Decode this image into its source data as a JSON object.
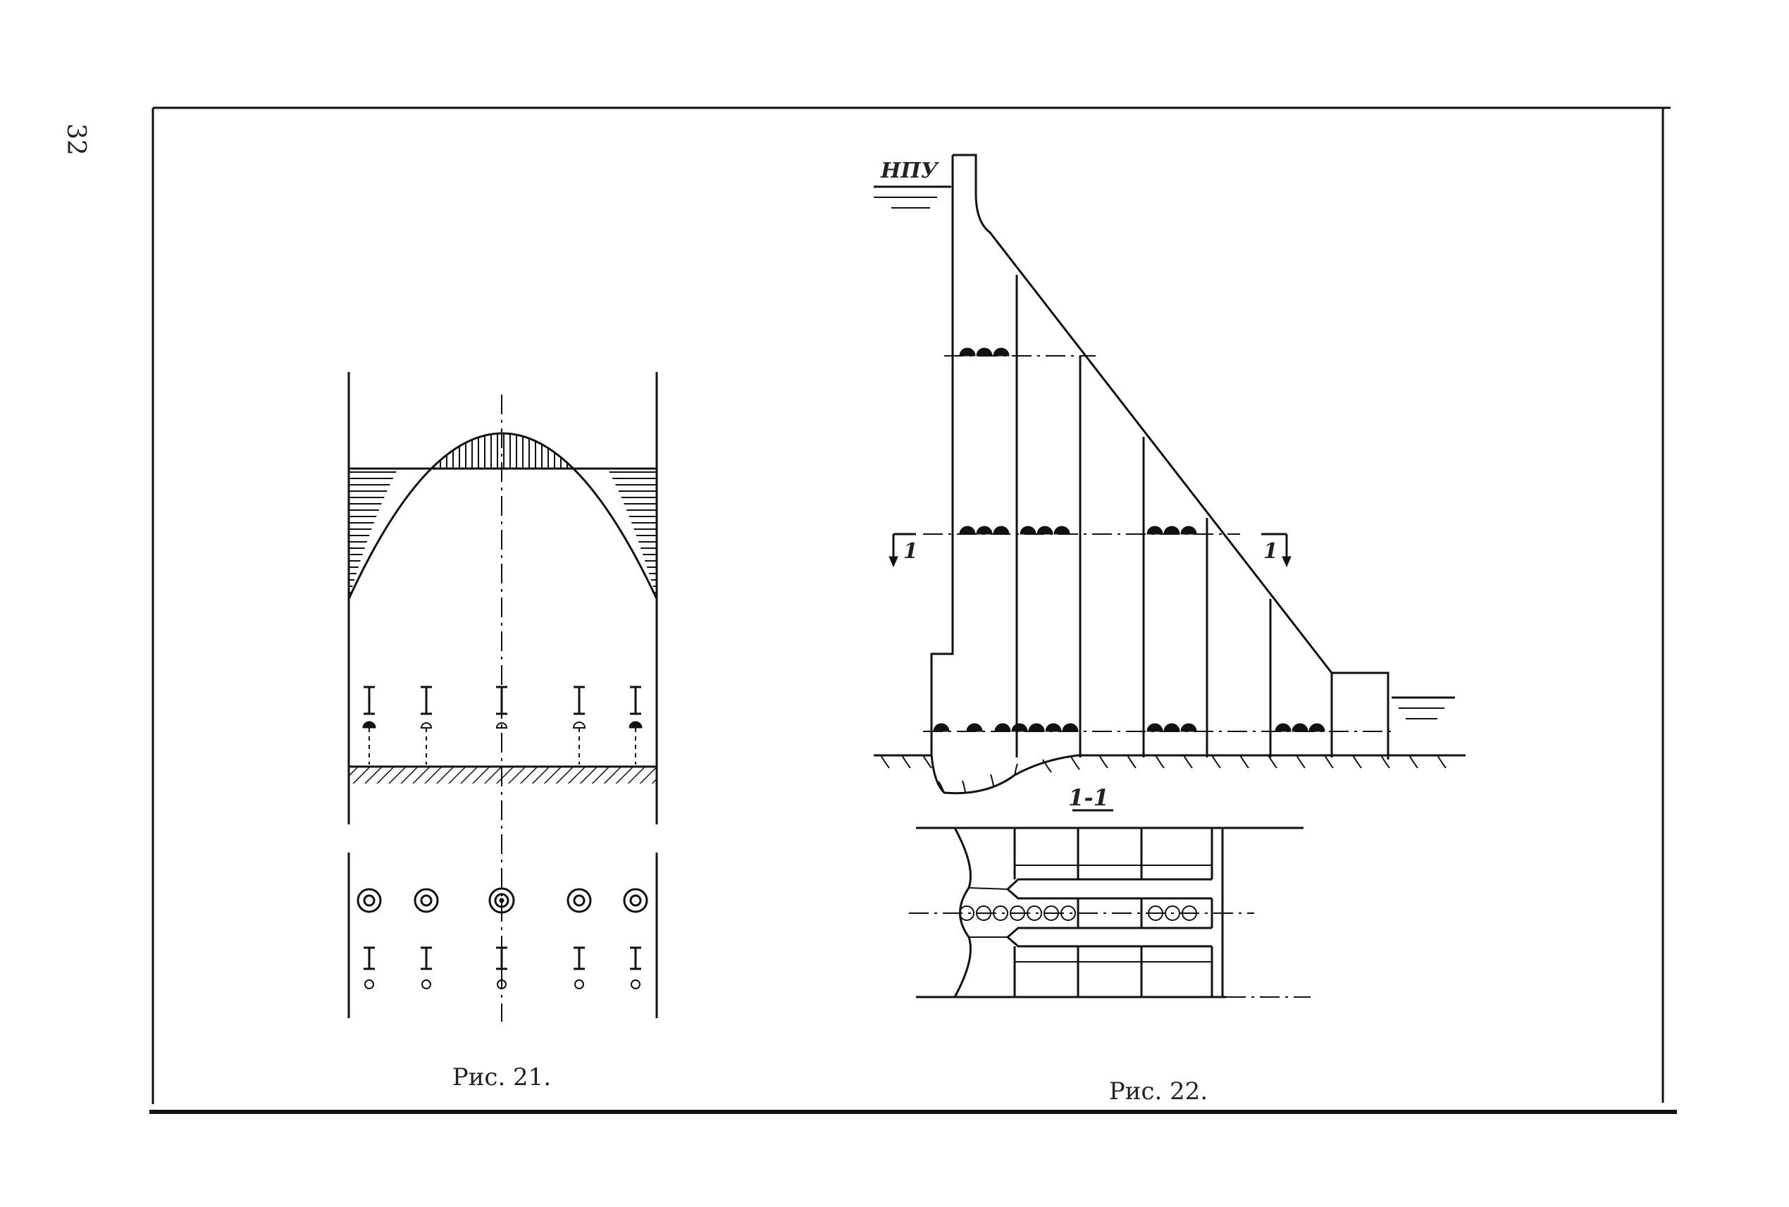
{
  "page": {
    "number": "32"
  },
  "figure21": {
    "caption": "Рис. 21."
  },
  "figure22": {
    "caption": "Рис. 22.",
    "water_level_label": "НПУ",
    "section_marker_left": "1",
    "section_marker_right": "1",
    "section_title": "1-1"
  }
}
